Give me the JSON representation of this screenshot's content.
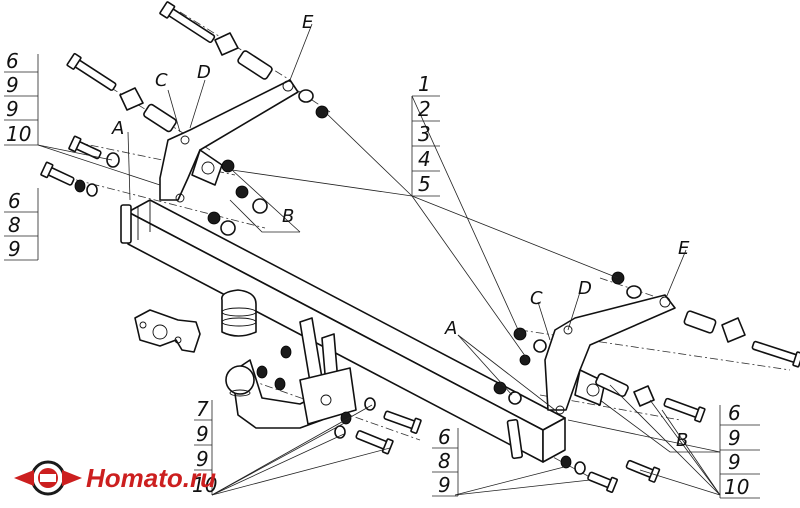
{
  "brand": {
    "logo_text": "Homato.ru",
    "logo_color": "#cc1f1f"
  },
  "callouts": {
    "left_top": [
      "6",
      "9",
      "9",
      "10"
    ],
    "left_bottom": [
      "6",
      "8",
      "9"
    ],
    "center_stack": [
      "1",
      "2",
      "3",
      "4",
      "5"
    ],
    "bottom_left": [
      "7",
      "9",
      "9",
      "10"
    ],
    "bottom_center": [
      "6",
      "8",
      "9"
    ],
    "right_bottom": [
      "6",
      "9",
      "9",
      "10"
    ]
  },
  "letters": {
    "left_A": "A",
    "left_B": "B",
    "left_C": "C",
    "left_D": "D",
    "left_E": "E",
    "right_A": "A",
    "right_B": "B",
    "right_C": "C",
    "right_D": "D",
    "right_E": "E"
  }
}
